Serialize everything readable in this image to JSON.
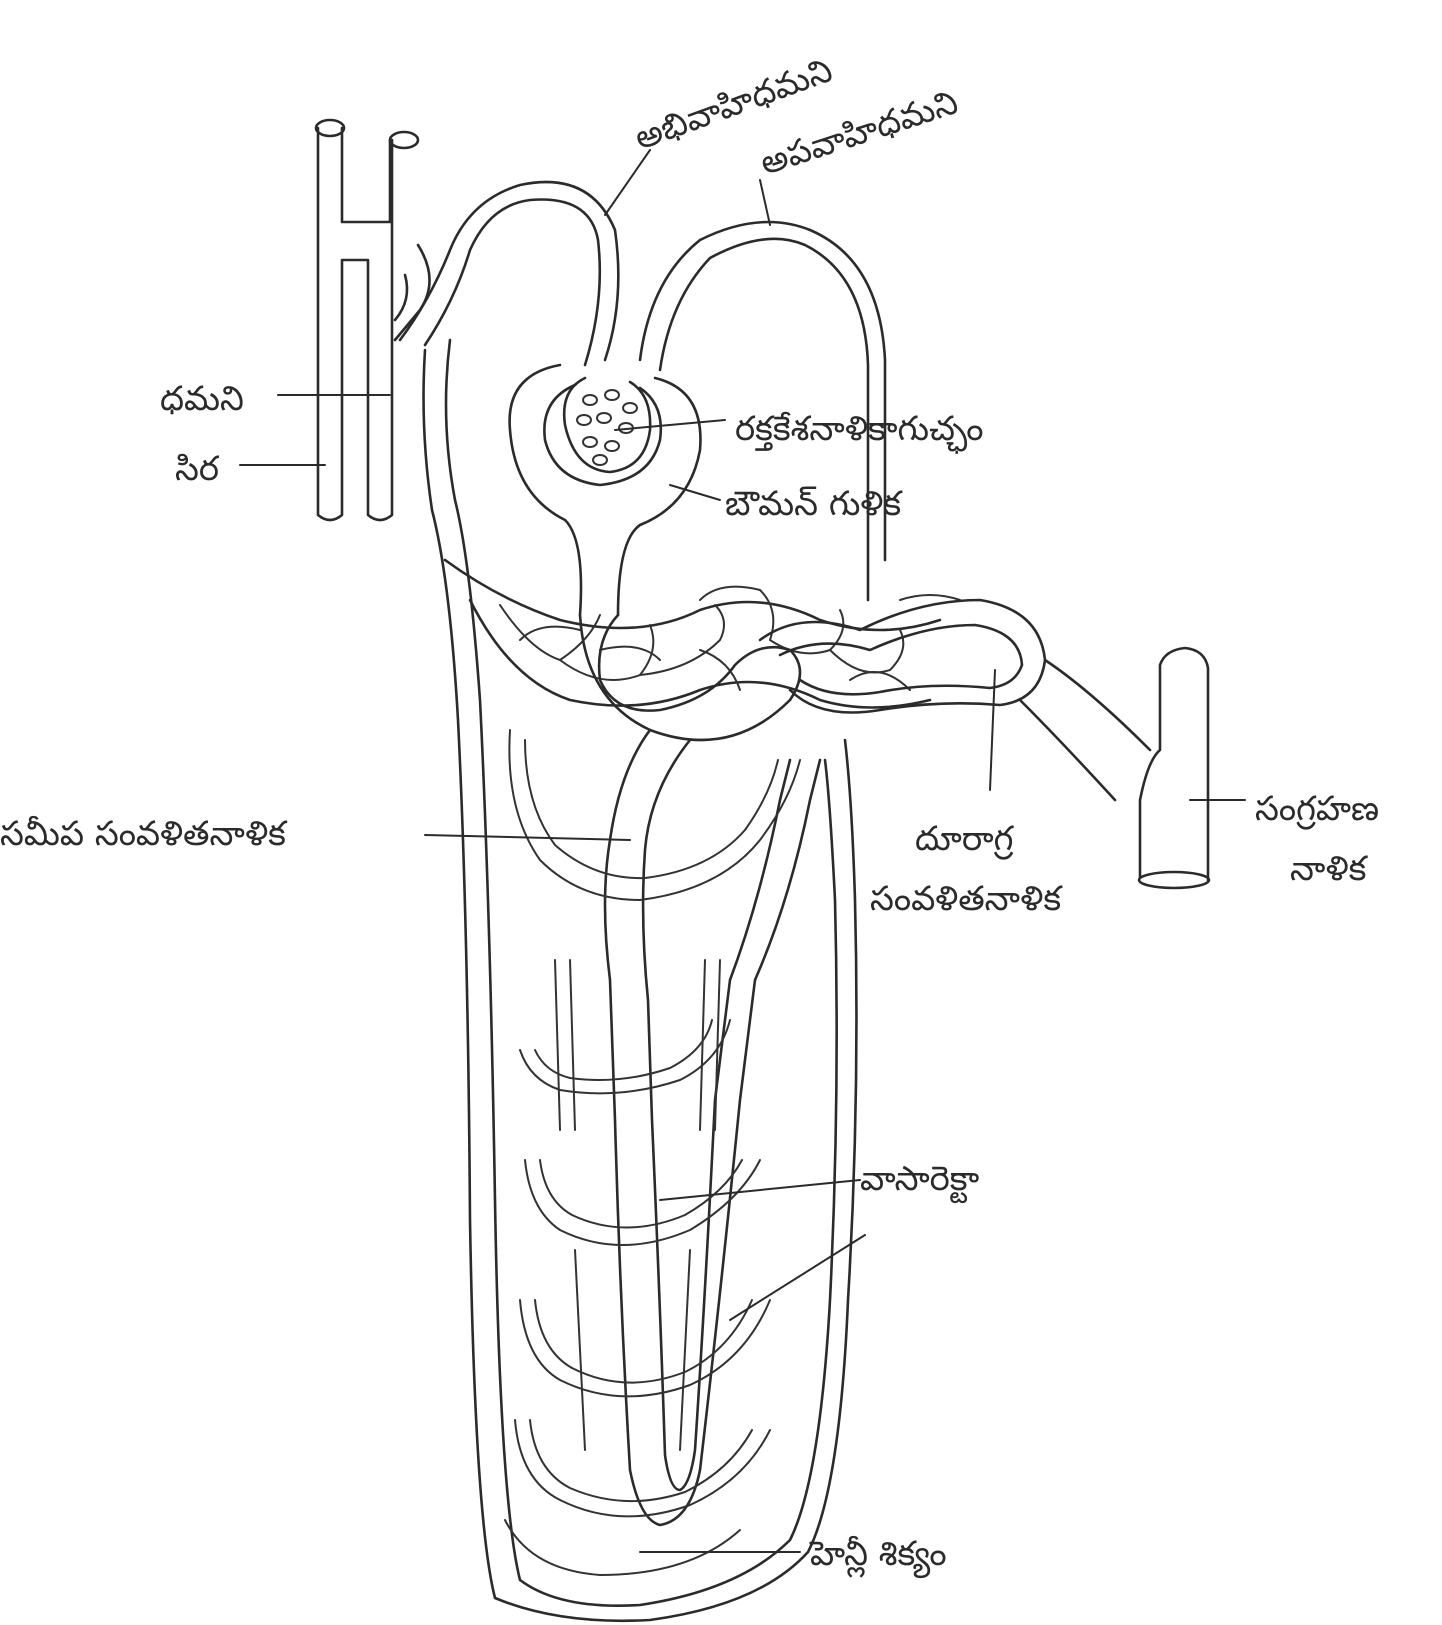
{
  "diagram": {
    "labels": {
      "afferent_arteriole": "అభివాహిధమని",
      "efferent_arteriole": "అపవాహిధమని",
      "artery": "ధమని",
      "vein": "సిర",
      "glomerulus": "రక్తకేశనాళికాగుచ్ఛం",
      "bowmans_capsule": "బౌమన్ గుళిక",
      "proximal_convoluted_tubule": "సమీప సంవళితనాళిక",
      "distal_convoluted_tubule_line1": "దూరాగ్ర",
      "distal_convoluted_tubule_line2": "సంవళితనాళిక",
      "collecting_duct_line1": "సంగ్రహణ",
      "collecting_duct_line2": "నాళిక",
      "vasa_recta": "వాసారెక్టా",
      "loop_of_henle": "హెన్లీ శిక్యం"
    },
    "colors": {
      "ink": "#2b2b2b",
      "paper": "#ffffff"
    }
  }
}
